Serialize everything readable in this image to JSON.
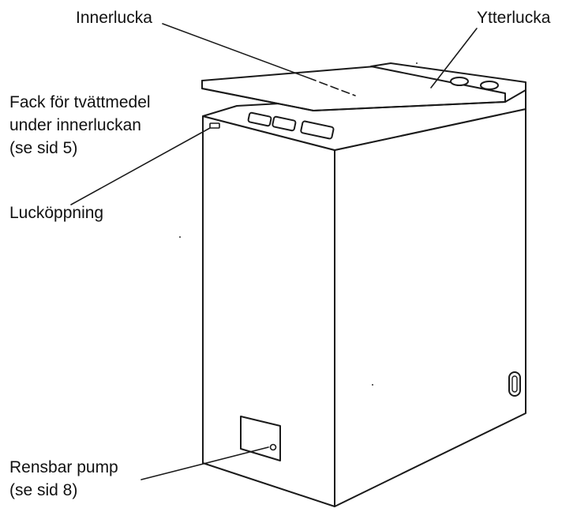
{
  "labels": {
    "inner_lid": "Innerlucka",
    "outer_lid": "Ytterlucka",
    "detergent_tray": [
      "Fack för tvättmedel",
      "under innerluckan",
      "(se sid 5)"
    ],
    "lid_opening": "Lucköppning",
    "cleanable_pump": [
      "Rensbar pump",
      "(se sid 8)"
    ]
  },
  "colors": {
    "line": "#1a1a1a",
    "panel_front": "#ffffff",
    "panel_side": "#ffffff",
    "lid": "#ffffff",
    "lid_edge": "#e9e9e9",
    "background": "#ffffff"
  }
}
